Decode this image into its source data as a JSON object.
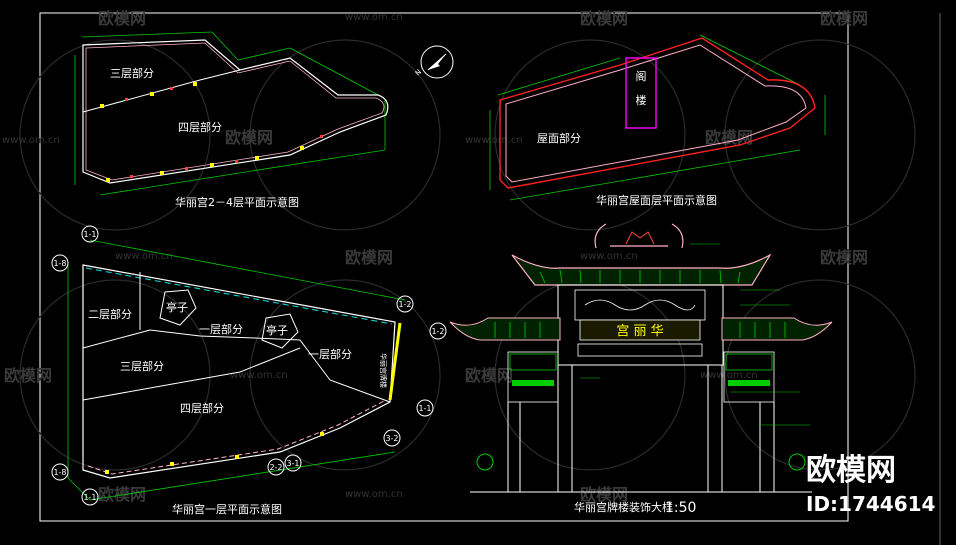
{
  "plan_24": {
    "caption": "华丽宫2－4层平面示意图",
    "label_third": "三层部分",
    "label_fourth": "四层部分"
  },
  "plan_roof": {
    "caption": "华丽宫屋面层平面示意图",
    "label_roof": "屋面部分",
    "label_tower": "阁楼"
  },
  "plan_1": {
    "caption": "华丽宫一层平面示意图",
    "label_second": "二层部分",
    "label_pavilion_a": "亭子",
    "label_first_a": "一层部分",
    "label_pavilion_b": "亭子",
    "label_first_b": "一层部分",
    "label_third": "三层部分",
    "label_fourth": "四层部分",
    "label_gate_vertical": "华丽宫牌楼",
    "axes": [
      "1-1",
      "1-8",
      "1-2",
      "1-2",
      "1-1",
      "1-8",
      "1-1",
      "2-2",
      "3-1",
      "3-2"
    ]
  },
  "elevation": {
    "caption": "华丽宫牌楼装饰大样",
    "scale": "1:50",
    "signboard": "宫 丽 华"
  },
  "watermark": {
    "brand": "欧模网",
    "url": "www.om.cn"
  },
  "brand_badge": {
    "name": "欧模网",
    "id": "ID:1744614"
  },
  "colors": {
    "bg": "#000000",
    "white_line": "#ffffff",
    "green_line": "#00cc00",
    "red_line": "#ff2020",
    "magenta_line": "#ff00ff",
    "yellow_line": "#ffff00",
    "cyan_line": "#00e5e5",
    "pink_line": "#ffb0c8"
  }
}
